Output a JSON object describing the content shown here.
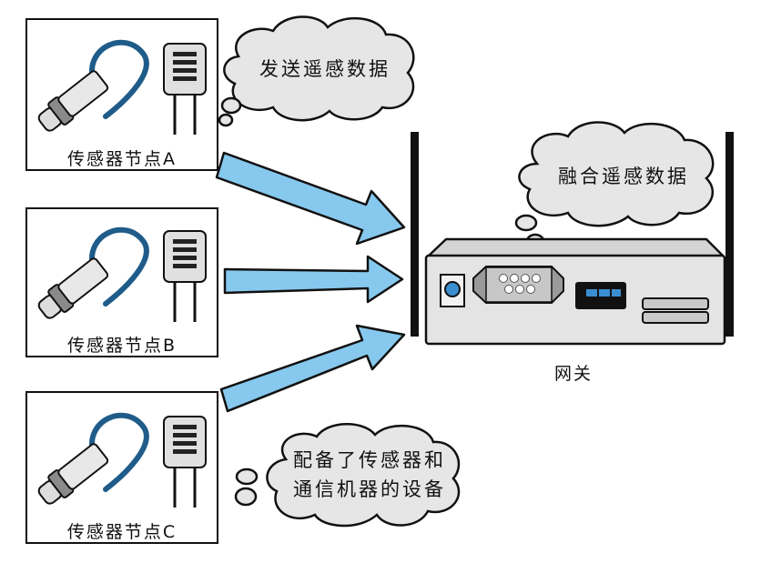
{
  "nodes": [
    {
      "label": "传感器节点A"
    },
    {
      "label": "传感器节点B"
    },
    {
      "label": "传感器节点C"
    }
  ],
  "bubbles": {
    "send": "发送遥感数据",
    "fuse": "融合遥感数据",
    "device_line1": "配备了传感器和",
    "device_line2": "通信机器的设备"
  },
  "gateway": {
    "label": "网关"
  },
  "colors": {
    "arrow": "#87c8ee",
    "cable": "#1f5c8a",
    "device": "#e4e4e4",
    "port_blue": "#3a8fd0"
  }
}
